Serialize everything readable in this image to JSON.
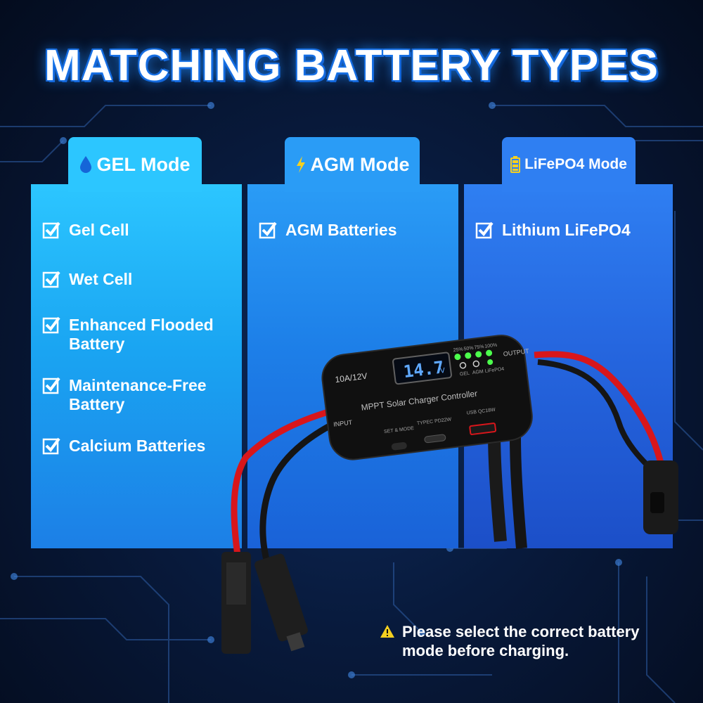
{
  "title": "MATCHING BATTERY TYPES",
  "panels": [
    {
      "mode": "GEL Mode",
      "icon": "water-drop-icon",
      "items": [
        "Gel Cell",
        "Wet Cell",
        "Enhanced Flooded Battery",
        "Maintenance-Free Battery",
        "Calcium Batteries"
      ]
    },
    {
      "mode": "AGM Mode",
      "icon": "lightning-bolt-icon",
      "items": [
        "AGM Batteries"
      ]
    },
    {
      "mode": "LiFePO4 Mode",
      "icon": "battery-icon",
      "items": [
        "Lithium LiFePO4"
      ]
    }
  ],
  "device": {
    "rating": "10A/12V",
    "display": "14.7",
    "unit": "V",
    "name": "MPPT Solar Charger Controller",
    "input_label": "INPUT",
    "output_label": "OUTPUT",
    "level_labels": [
      "25%",
      "50%",
      "75%",
      "100%"
    ],
    "mode_labels": [
      "GEL",
      "AGM",
      "LiFePO4"
    ],
    "button_label": "SET & MODE",
    "typec_label": "TYPEC PD22W",
    "usb_label": "USB QC18W"
  },
  "warning": "Please select the correct battery mode before charging.",
  "colors": {
    "background": "#081a3c",
    "gel": "#2cc6ff",
    "agm": "#2a9cf6",
    "lifepo4": "#2f7ff2",
    "led": "#4cff4c",
    "cable_red": "#d8161b",
    "warning": "#f5d020"
  }
}
